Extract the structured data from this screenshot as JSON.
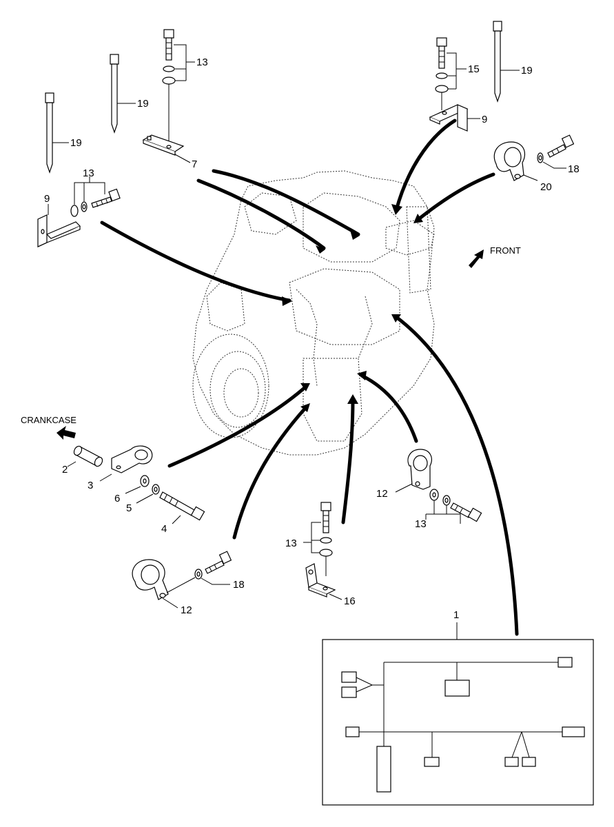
{
  "diagram": {
    "labels": {
      "crankcase": "CRANKCASE",
      "front": "FRONT",
      "p1": "1",
      "p2": "2",
      "p3": "3",
      "p4": "4",
      "p5": "5",
      "p6": "6",
      "p7": "7",
      "p9a": "9",
      "p9b": "9",
      "p12a": "12",
      "p12b": "12",
      "p13a": "13",
      "p13b": "13",
      "p13c": "13",
      "p13d": "13",
      "p15": "15",
      "p16": "16",
      "p18a": "18",
      "p18b": "18",
      "p19a": "19",
      "p19b": "19",
      "p19c": "19",
      "p20": "20"
    }
  }
}
